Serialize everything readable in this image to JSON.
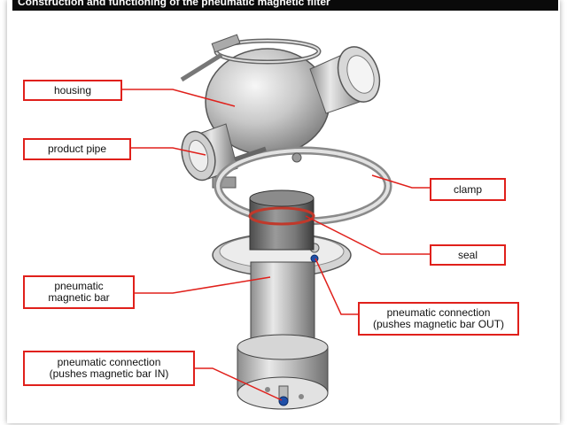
{
  "title": "Construction and functioning of the pneumatic magnetic filter",
  "labels": {
    "housing": "housing",
    "product_pipe": "product pipe",
    "clamp": "clamp",
    "seal": "seal",
    "magnetic_bar_line1": "pneumatic",
    "magnetic_bar_line2": "magnetic bar",
    "conn_out_line1": "pneumatic connection",
    "conn_out_line2": "(pushes magnetic bar OUT)",
    "conn_in_line1": "pneumatic connection",
    "conn_in_line2": "(pushes magnetic bar IN)"
  },
  "colors": {
    "callout_border": "#e0201b",
    "leader_line": "#e0201b",
    "title_bg": "#0a0a0a",
    "fitting_blue": "#1f4fa8"
  }
}
